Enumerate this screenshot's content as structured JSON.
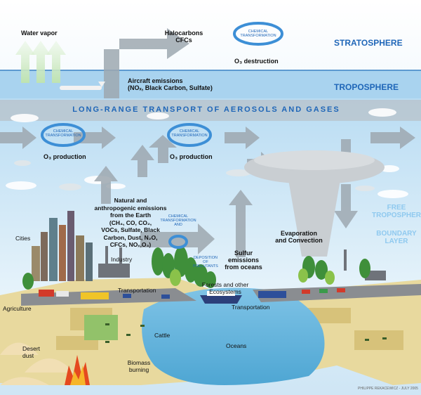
{
  "layers": {
    "stratosphere": "STRATOSPHERE",
    "troposphere": "TROPOSPHERE",
    "free_troposphere": "FREE\nTROPOSPHERE",
    "boundary_layer": "BOUNDARY\nLAYER"
  },
  "banner": "LONG-RANGE TRANSPORT OF AEROSOLS AND GASES",
  "labels": {
    "water_vapor": "Water vapor",
    "halocarbons": "Halocarbons\nCFCs",
    "chem_transformation": "CHEMICAL\nTRANSFORMATION",
    "chem_transformation_and": "CHEMICAL\nTRANSFORMATION\nAND",
    "o3_destruction": "O₃ destruction",
    "aircraft": "Aircraft emissions\n(NOₓ, Black Carbon, Sulfate)",
    "o3_production": "O₃ production",
    "natural_emissions": "Natural and\nanthropogenic emissions\nfrom the Earth\n(CH₄, CO, CO₂,\nVOCs, Sulfate, Black\nCarbon, Dust, N₂O,\nCFCs, NOₓ,O₃)",
    "deposition": "DEPOSITION\nOF\nPOLLUTANTS",
    "sulfur": "Sulfur\nemissions\nfrom oceans",
    "evaporation": "Evaporation\nand Convection",
    "cities": "Cities",
    "industry": "Industry",
    "transportation": "Transportation",
    "forests": "Forests and other\nEcosystems",
    "agriculture": "Agriculture",
    "cattle": "Cattle",
    "oceans": "Oceans",
    "desert": "Desert\ndust",
    "biomass": "Biomass\nburning",
    "credit": "PHILIPPE REKACEWICZ - JULY 2005"
  },
  "colors": {
    "stratosphere_text": "#1f66b8",
    "boundary_text": "#8fc9ef",
    "transform_cycle": "#3d8fd6",
    "flow_arrow": "#8f9aa3"
  }
}
